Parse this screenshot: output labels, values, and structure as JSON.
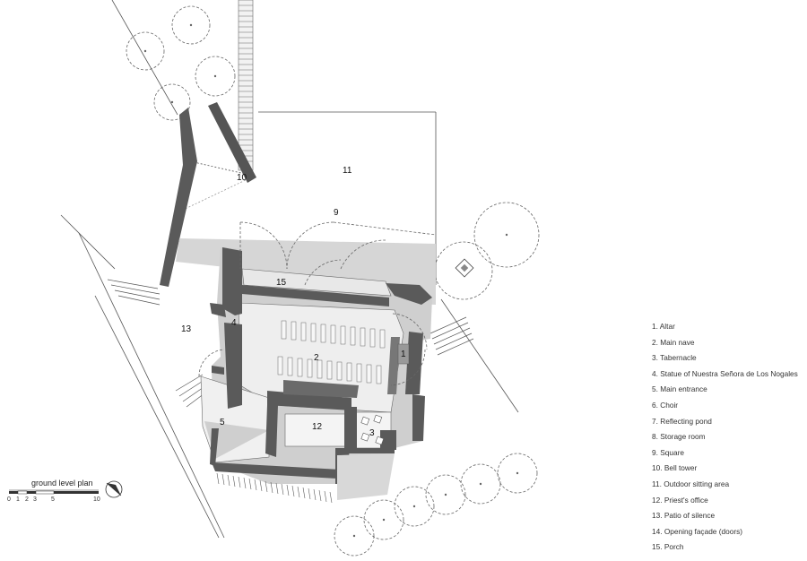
{
  "labels": {
    "l1": "1",
    "l2": "2",
    "l3": "3",
    "l4": "4",
    "l5": "5",
    "l9": "9",
    "l10": "10",
    "l11": "11",
    "l12": "12",
    "l13": "13",
    "l15": "15"
  },
  "legend": [
    "1.  Altar",
    "2.  Main nave",
    "3.  Tabernacle",
    "4.  Statue of Nuestra Señora de Los Nogales",
    "5.  Main entrance",
    "6.  Choir",
    "7.  Reflecting pond",
    "8.  Storage room",
    "9.  Square",
    "10.  Bell tower",
    "11.  Outdoor sitting area",
    "12.  Priest's office",
    "13.  Patio of silence",
    "14.  Opening façade (doors)",
    "15.  Porch"
  ],
  "scale": {
    "title": "ground level plan",
    "ticks": [
      "0",
      "1",
      "2",
      "3",
      "5",
      "10"
    ]
  },
  "colors": {
    "wall": "#5a5a5a",
    "wall_light": "#8c8c8c",
    "floor": "#eeeeee",
    "shade": "#d6d6d6",
    "line": "#555555"
  }
}
